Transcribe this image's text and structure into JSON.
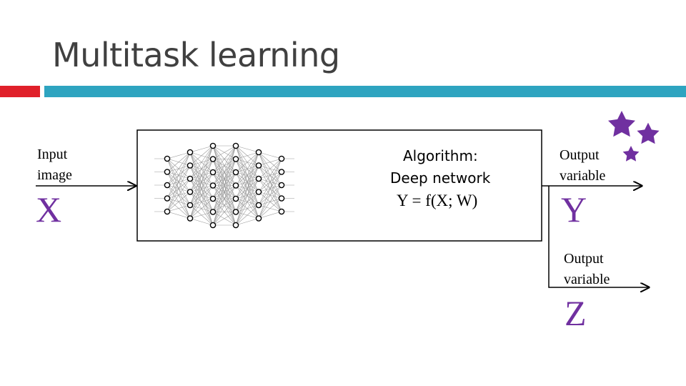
{
  "slide": {
    "title": "Multitask learning"
  },
  "input": {
    "label_line1": "Input",
    "label_line2": "image",
    "symbol": "X"
  },
  "algorithm": {
    "label": "Algorithm:",
    "name": "Deep network",
    "formula": "Y = f(X; W)"
  },
  "output_y": {
    "label_line1": "Output",
    "label_line2": "variable",
    "symbol": "Y"
  },
  "output_z": {
    "label_line1": "Output",
    "label_line2": "variable",
    "symbol": "Z"
  },
  "colors": {
    "title": "#404040",
    "accent_red": "#e0202a",
    "accent_teal": "#2ea4c0",
    "symbol_purple": "#7030a0",
    "star_purple": "#7030a0"
  },
  "icons": {
    "stars": "star-icon",
    "network": "neural-network-icon"
  }
}
